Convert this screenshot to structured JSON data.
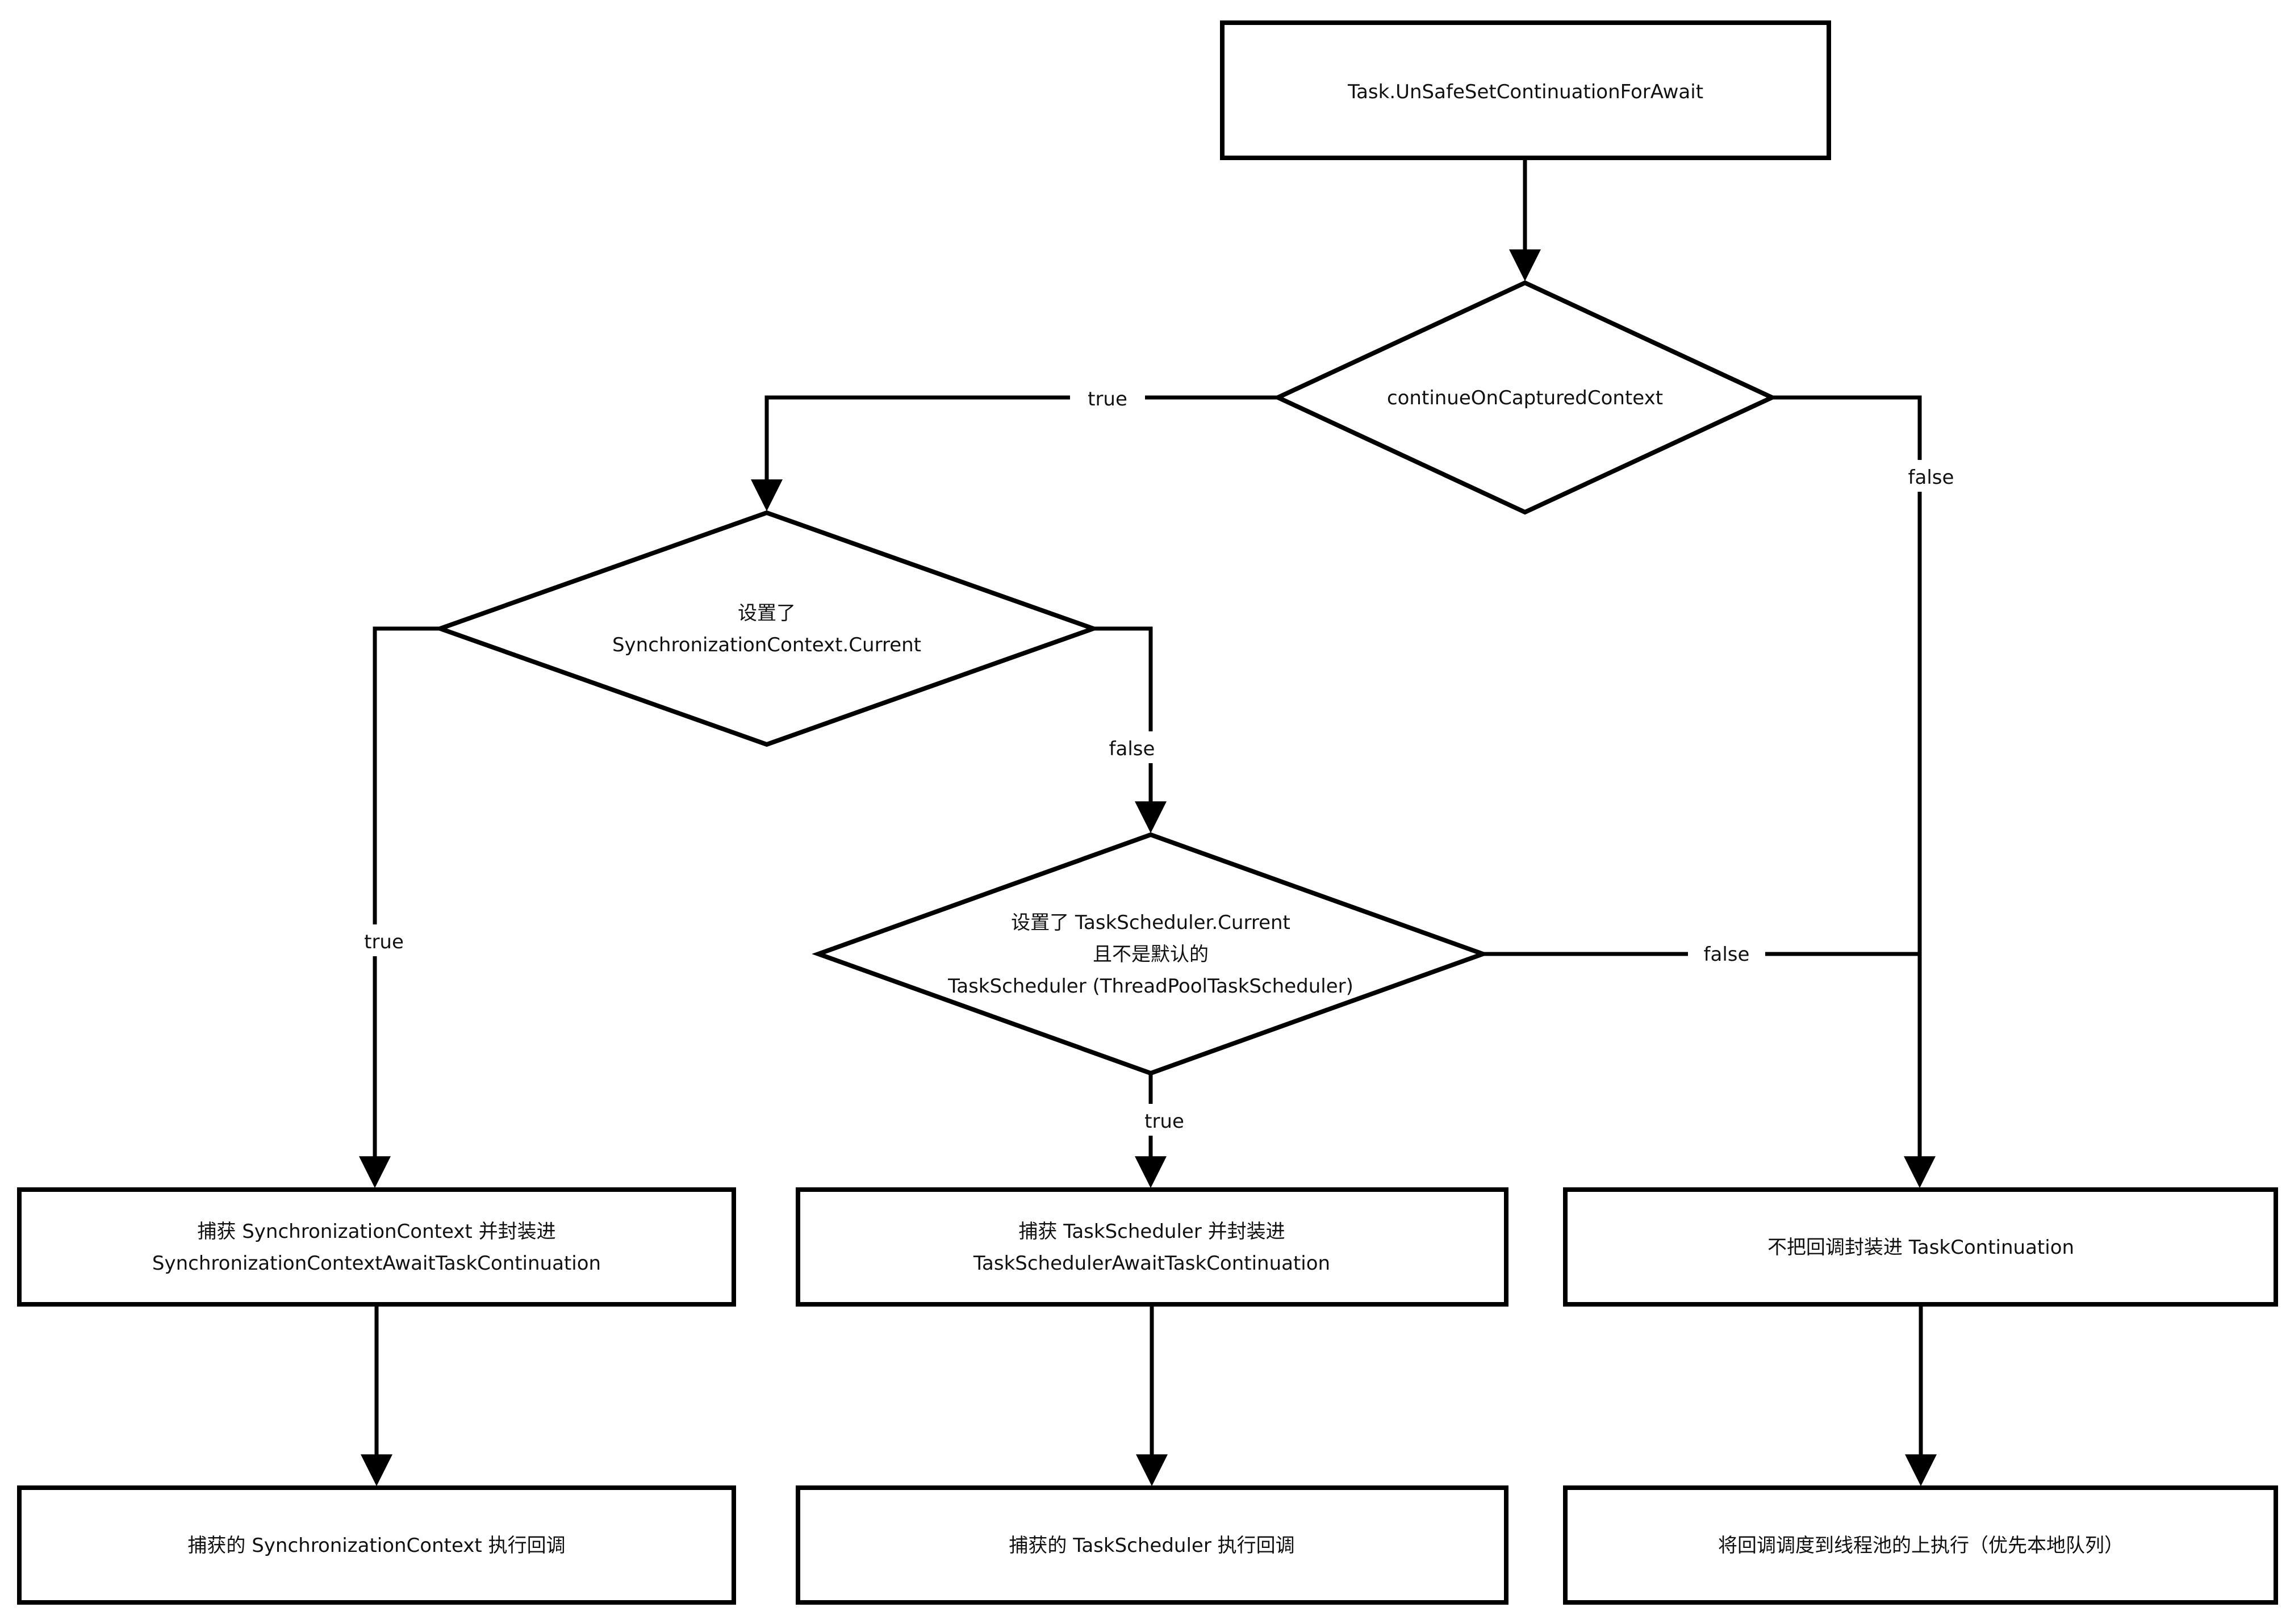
{
  "diagram": {
    "type": "flowchart",
    "colors": {
      "stroke": "#000000",
      "background": "#ffffff",
      "text": "#111111"
    },
    "nodes": {
      "start": {
        "label": "Task.UnSafeSetContinuationForAwait"
      },
      "decision_captured_context": {
        "label": "continueOnCapturedContext"
      },
      "decision_sync_context": {
        "lines": [
          "设置了",
          "SynchronizationContext.Current"
        ]
      },
      "decision_task_scheduler": {
        "lines": [
          "设置了 TaskScheduler.Current",
          "且不是默认的",
          "TaskScheduler (ThreadPoolTaskScheduler)"
        ]
      },
      "capture_sync_context": {
        "lines": [
          "捕获 SynchronizationContext 并封装进",
          "SynchronizationContextAwaitTaskContinuation"
        ]
      },
      "capture_task_scheduler": {
        "lines": [
          "捕获 TaskScheduler 并封装进",
          "TaskSchedulerAwaitTaskContinuation"
        ]
      },
      "no_task_continuation": {
        "label": "不把回调封装进 TaskContinuation"
      },
      "run_sync_context": {
        "label": "捕获的 SynchronizationContext 执行回调"
      },
      "run_task_scheduler": {
        "label": "捕获的 TaskScheduler 执行回调"
      },
      "schedule_thread_pool": {
        "label": "将回调调度到线程池的上执行（优先本地队列）"
      }
    },
    "edge_labels": {
      "d1_true": "true",
      "d1_false": "false",
      "d2_true": "true",
      "d2_false": "false",
      "d3_true": "true",
      "d3_false": "false"
    }
  }
}
